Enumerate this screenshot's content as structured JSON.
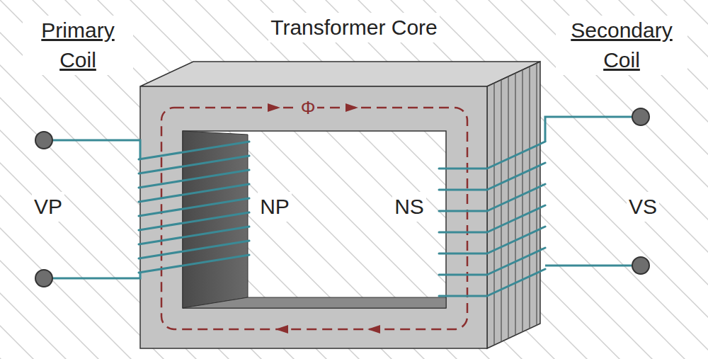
{
  "diagram": {
    "labels": [
      "Primary Coil",
      "Transformer Core",
      "Secondary Coil",
      "Φ",
      "VP",
      "NP",
      "NS",
      "VS"
    ]
  }
}
